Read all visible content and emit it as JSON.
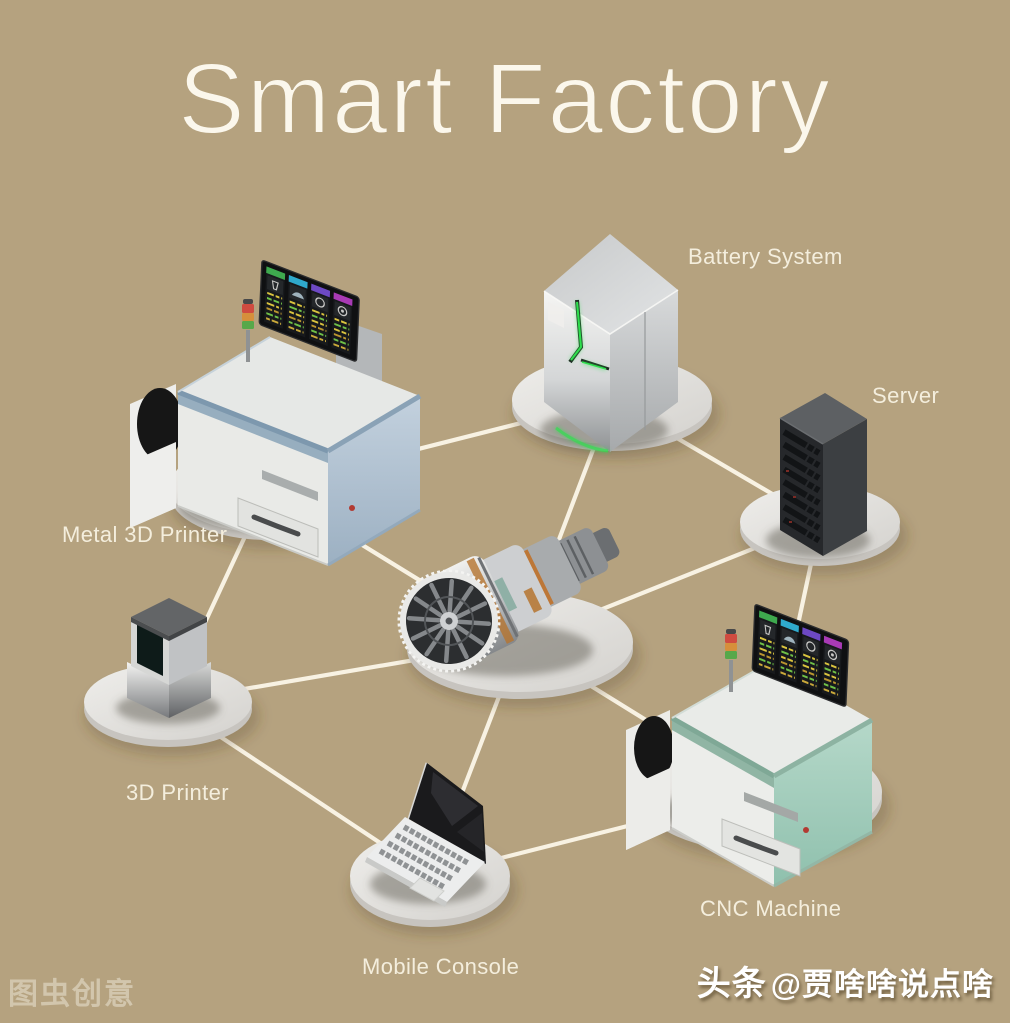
{
  "title": "Smart Factory",
  "nodes": {
    "metal_3d_printer": {
      "label": "Metal 3D Printer"
    },
    "battery_system": {
      "label": "Battery System"
    },
    "server": {
      "label": "Server"
    },
    "printer_3d": {
      "label": "3D Printer"
    },
    "mobile_console": {
      "label": "Mobile Console"
    },
    "cnc_machine": {
      "label": "CNC Machine"
    }
  },
  "connections": [
    [
      "engine_hub",
      "metal_3d_printer"
    ],
    [
      "engine_hub",
      "battery_system"
    ],
    [
      "engine_hub",
      "server"
    ],
    [
      "engine_hub",
      "printer_3d"
    ],
    [
      "engine_hub",
      "mobile_console"
    ],
    [
      "engine_hub",
      "cnc_machine"
    ],
    [
      "metal_3d_printer",
      "battery_system"
    ],
    [
      "battery_system",
      "server"
    ],
    [
      "server",
      "cnc_machine"
    ],
    [
      "cnc_machine",
      "mobile_console"
    ],
    [
      "mobile_console",
      "printer_3d"
    ],
    [
      "printer_3d",
      "metal_3d_printer"
    ]
  ],
  "watermarks": {
    "bottom_left": "图虫创意",
    "toutiao_brand": "头条",
    "toutiao_handle": "@贾啥啥说点啥"
  },
  "colors": {
    "background": "#b5a27f",
    "connection_line": "#f8f2e3",
    "label_text": "#f4eedd",
    "accent_green": "#2ee04e",
    "steel_blue": "#b9c9d7",
    "mint_green": "#abd2c3"
  }
}
